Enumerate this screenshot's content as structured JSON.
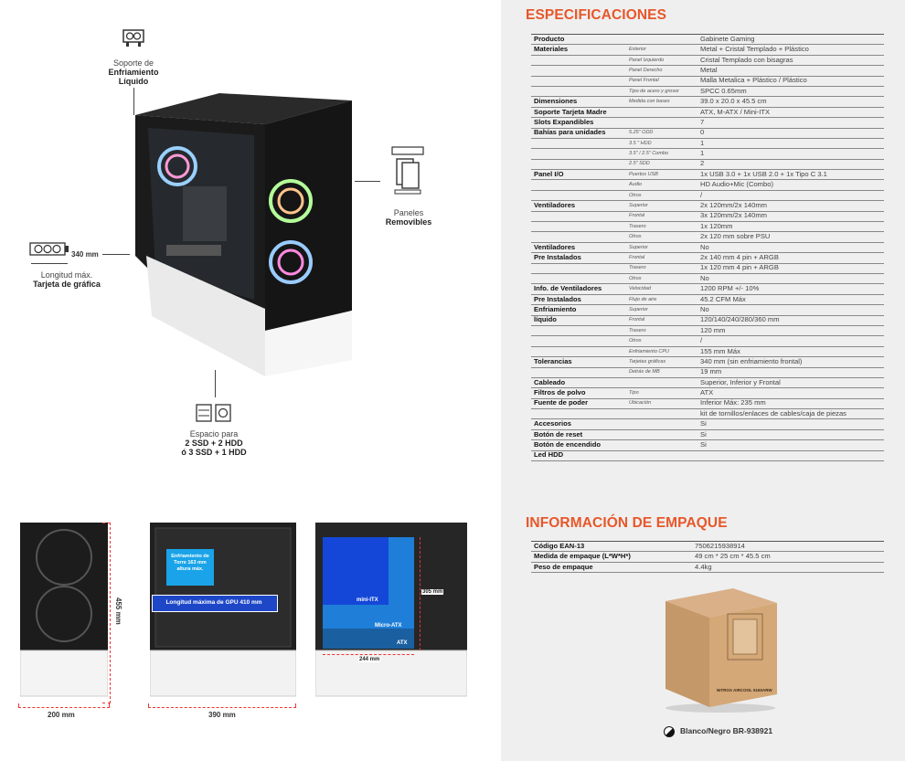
{
  "features": {
    "liquid": {
      "line1": "Soporte de",
      "line2": "Enfriamiento",
      "line3": "Líquido"
    },
    "gpu": {
      "measure": "340 mm",
      "line1": "Longitud máx.",
      "line2": "Tarjeta de gráfica"
    },
    "panels": {
      "line1": "Paneles",
      "line2": "Removibles"
    },
    "storage": {
      "line1": "Espacio para",
      "line2": "2 SSD + 2 HDD",
      "line3": "ó 3 SSD + 1 HDD"
    }
  },
  "dimensions": {
    "front_height": "455 mm",
    "front_width": "200 mm",
    "side_depth": "390 mm",
    "radiator_note": "Enfriamiento de Torre 163 mm altura máx.",
    "gpu_max": "Longitud máxima de GPU 410 mm",
    "board_height": "305 mm",
    "board_width": "244 mm",
    "boards": [
      "mini-ITX",
      "Micro-ATX",
      "ATX"
    ]
  },
  "specs": {
    "title": "ESPECIFICACIONES",
    "rows": [
      [
        "Producto",
        "",
        "Gabinete Gaming"
      ],
      [
        "Materiales",
        "Exterior",
        "Metal + Cristal Templado + Plástico"
      ],
      [
        "",
        "Panel Izquierdo",
        "Cristal Templado con bisagras"
      ],
      [
        "",
        "Panel Derecho",
        "Metal"
      ],
      [
        "",
        "Panel Frontal",
        "Malla Metalica + Plástico / Plástico"
      ],
      [
        "",
        "Tipo de acero y grosor",
        "SPCC 0.65mm"
      ],
      [
        "Dimensiones",
        "Medida con bases",
        "39.0 x 20.0 x 45.5 cm"
      ],
      [
        "Soporte Tarjeta Madre",
        "",
        "ATX, M-ATX / Mini-ITX"
      ],
      [
        "Slots Expandibles",
        "",
        "7"
      ],
      [
        "Bahías para unidades",
        "5.25\" ODD",
        "0"
      ],
      [
        "",
        "3.5 \" HDD",
        "1"
      ],
      [
        "",
        "3.5\" / 2.5\" Combo",
        "1"
      ],
      [
        "",
        "2.5\" SDD",
        "2"
      ],
      [
        "Panel I/O",
        "Puertos USB",
        "1x USB 3.0 + 1x USB 2.0 + 1x Tipo C 3.1"
      ],
      [
        "",
        "Audio",
        "HD Audio+Mic (Combo)"
      ],
      [
        "",
        "Otros",
        "/"
      ],
      [
        "Ventiladores",
        "Superior",
        "2x 120mm/2x 140mm"
      ],
      [
        "",
        "Frontal",
        "3x 120mm/2x 140mm"
      ],
      [
        "",
        "Trasero",
        "1x 120mm"
      ],
      [
        "",
        "Otros",
        "2x 120 mm sobre PSU"
      ],
      [
        "Ventiladores",
        "Superior",
        "No"
      ],
      [
        "Pre Instalados",
        "Frontal",
        "2x 140 mm 4 pin + ARGB"
      ],
      [
        "",
        "Trasero",
        "1x 120 mm 4 pin + ARGB"
      ],
      [
        "",
        "Otros",
        "No"
      ],
      [
        "Info. de Ventiladores",
        "Velocidad",
        "1200 RPM +/- 10%"
      ],
      [
        "Pre Instalados",
        "Flujo de aire",
        "45.2 CFM Máx"
      ],
      [
        "Enfriamiento",
        "Superior",
        "No"
      ],
      [
        "líquido",
        "Frontal",
        "120/140/240/280/360 mm"
      ],
      [
        "",
        "Trasero",
        "120 mm"
      ],
      [
        "",
        "Otros",
        "/"
      ],
      [
        "",
        "Enfriamiento CPU",
        "155 mm  Máx"
      ],
      [
        "Tolerancias",
        "Tarjetas gráficas",
        "340 mm (sin enfriamiento frontal)"
      ],
      [
        "",
        "Detrás de MB",
        "19 mm"
      ],
      [
        "Cableado",
        "",
        "Superior, Inferior y Frontal"
      ],
      [
        "Filtros de polvo",
        "Tipo",
        "ATX"
      ],
      [
        "Fuente de poder",
        "Ubicación",
        "Inferior Máx: 235 mm"
      ],
      [
        "",
        "",
        "kit de tornillos/enlaces de cables/caja de piezas"
      ],
      [
        "Accesorios",
        "",
        "Si"
      ],
      [
        "Botón de reset",
        "",
        "Si"
      ],
      [
        "Botón de encendido",
        "",
        "Si"
      ],
      [
        "Led HDD",
        "",
        ""
      ]
    ]
  },
  "packing": {
    "title": "INFORMACIÓN DE EMPAQUE",
    "rows": [
      [
        "Código EAN-13",
        "7506215938914"
      ],
      [
        "Medida de empaque (L*W*H*)",
        "49 cm * 25 cm * 45.5 cm"
      ],
      [
        "Peso de empaque",
        "4.4kg"
      ]
    ],
    "box_text": "NITROX AIRCOOL 5160ARW",
    "variant": "Blanco/Negro BR-938921"
  }
}
